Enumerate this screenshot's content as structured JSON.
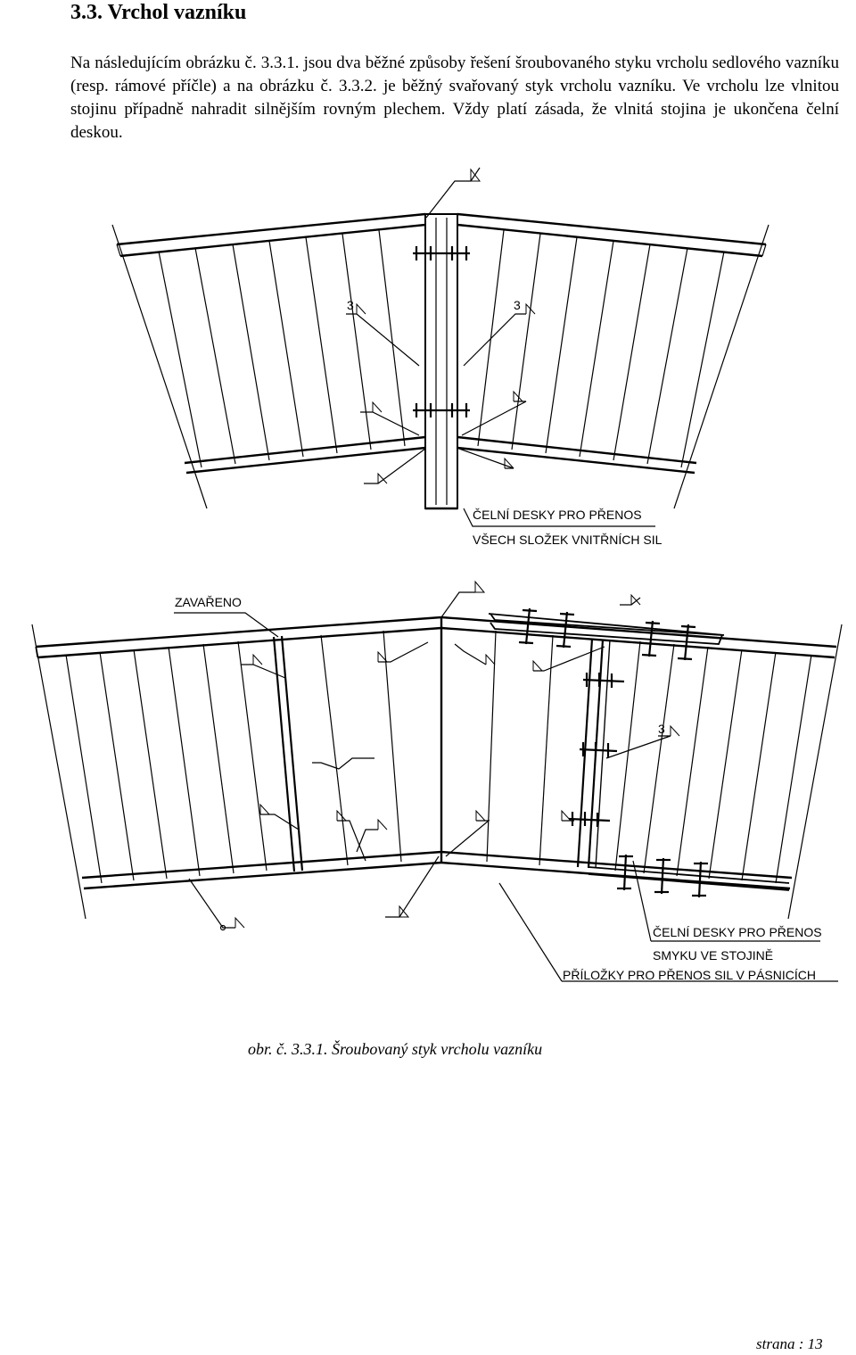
{
  "heading": "3.3. Vrchol vazníku",
  "paragraph": "Na následujícím obrázku č. 3.3.1. jsou dva běžné způsoby řešení šroubovaného styku vrcholu sedlového vazníku (resp. rámové příčle) a na obrázku č. 3.3.2. je běžný svařovaný styk vrcholu vazníku. Ve vrcholu lze vlnitou stojinu případně nahradit silnějším rovným plechem. Vždy platí zásada, že vlnitá stojina je ukončena čelní deskou.",
  "figure": {
    "top": {
      "weld_size_left": "3",
      "weld_size_right": "3",
      "label_line1": "ČELNÍ DESKY PRO PŘENOS",
      "label_line2": "VŠECH SLOŽEK VNITŘNÍCH SIL"
    },
    "bottom": {
      "welded_label": "ZAVAŘENO",
      "weld_size": "3",
      "label_line1": "ČELNÍ DESKY PRO PŘENOS",
      "label_line2": "SMYKU VE STOJINĚ",
      "label_line3": "PŘÍLOŽKY PRO PŘENOS SIL V PÁSNICÍCH"
    },
    "caption": "obr. č. 3.3.1. Šroubovaný styk vrcholu vazníku"
  },
  "footer": "strana : 13"
}
